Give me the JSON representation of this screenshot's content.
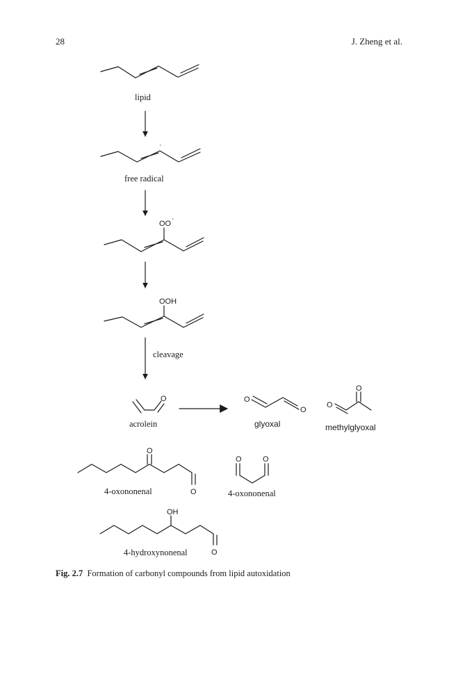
{
  "header": {
    "page_number": "28",
    "authors": "J. Zheng et al."
  },
  "scheme": {
    "labels": {
      "lipid": "lipid",
      "free_radical": "free radical",
      "cleavage": "cleavage",
      "acrolein": "acrolein",
      "glyoxal": "glyoxal",
      "methylglyoxal": "methylglyoxal",
      "oxononenal_1": "4-oxononenal",
      "oxononenal_2": "4-oxononenal",
      "hydroxynonenal": "4-hydroxynonenal"
    },
    "atoms": {
      "radical_dot": "·",
      "peroxyl": "OO",
      "peroxyl_dot": "·",
      "hydroperoxide": "OOH",
      "oxygen": "O",
      "hydroxyl": "OH"
    }
  },
  "caption": {
    "label": "Fig. 2.7",
    "text": "Formation of carbonyl compounds from lipid autoxidation"
  }
}
